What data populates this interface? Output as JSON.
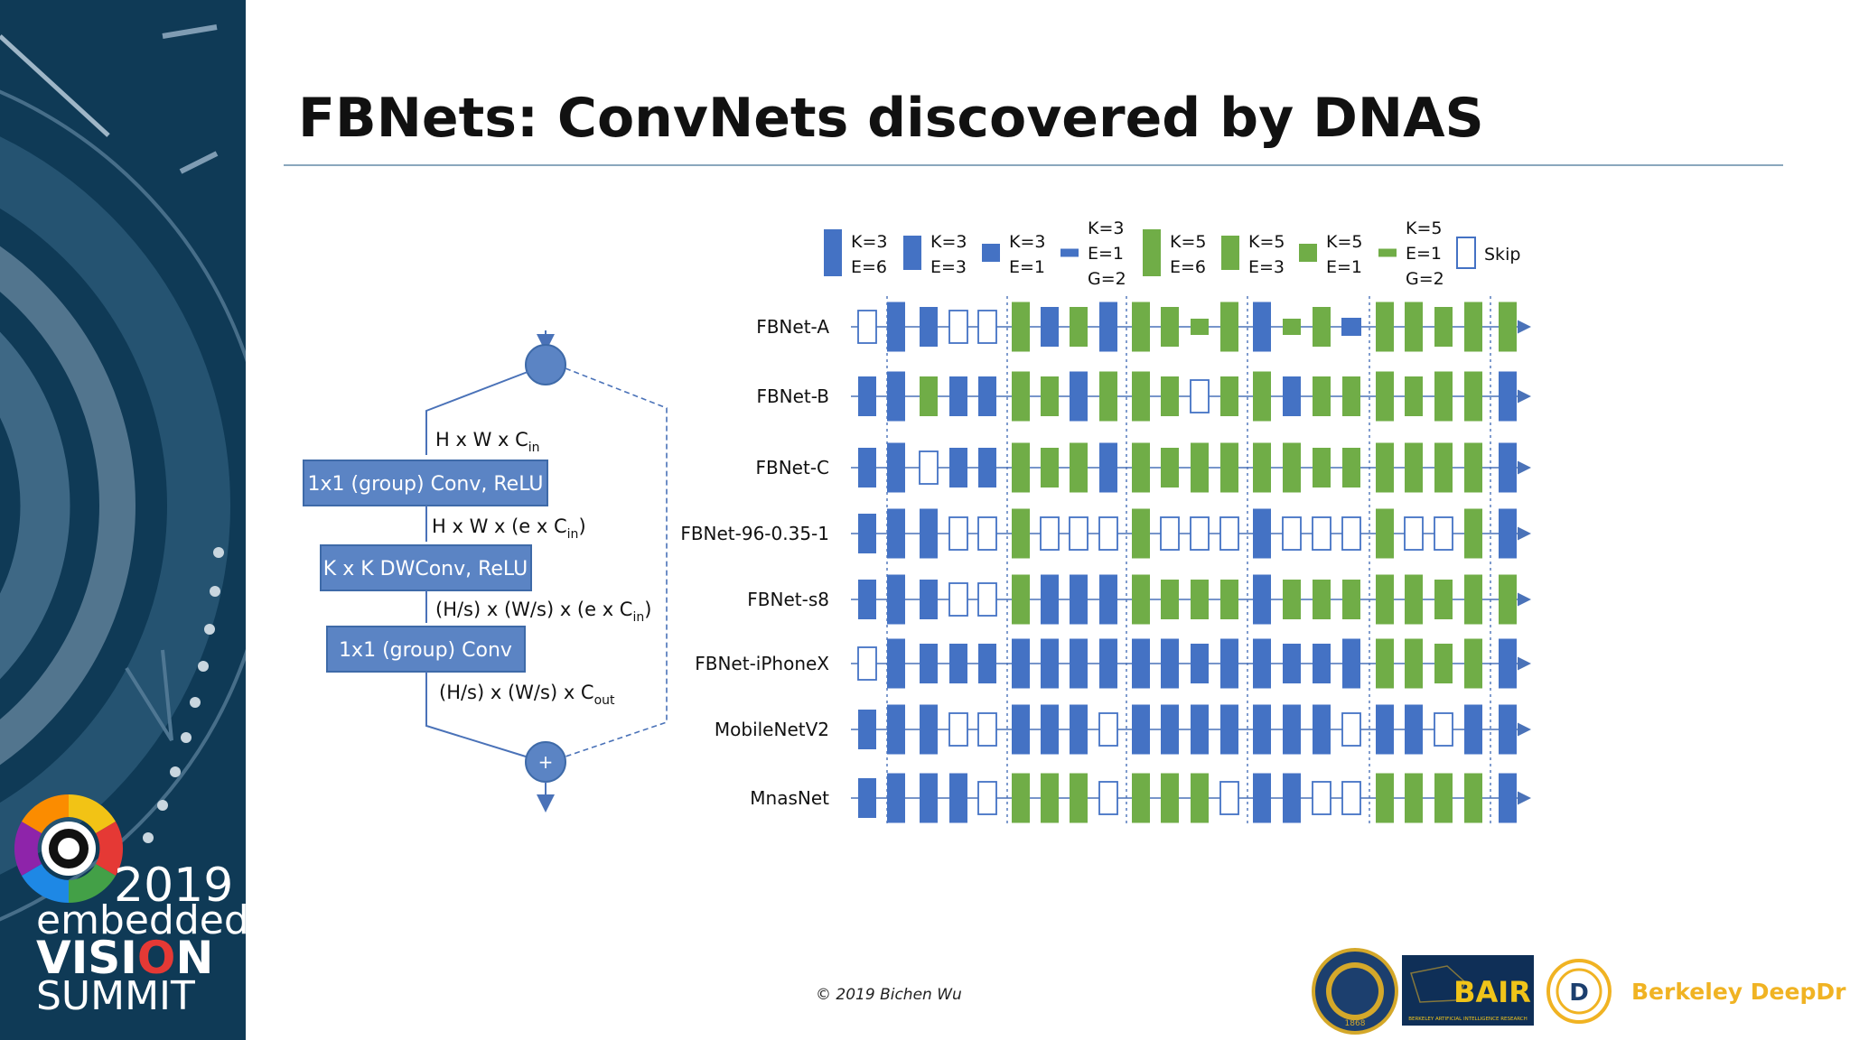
{
  "slide": {
    "title": "FBNets: ConvNets discovered by DNAS",
    "footer": "© 2019 Bichen Wu"
  },
  "summit": {
    "year": "2019",
    "line1": "embedded",
    "line2a": "VISI",
    "line2b": "N",
    "line3": "SUMMIT"
  },
  "block_diagram": {
    "dim_in": [
      "H x W x C",
      "in",
      ""
    ],
    "box1": "1x1 (group) Conv, ReLU",
    "dim_mid1": [
      "H x W x (e x C",
      "in",
      ")"
    ],
    "box2": "K x K DWConv, ReLU",
    "dim_mid2": [
      "(H/s) x (W/s) x (e x C",
      "in",
      ")"
    ],
    "box3": "1x1 (group) Conv",
    "dim_out": [
      "(H/s) x (W/s) x C",
      "out",
      ""
    ],
    "add_symbol": "+"
  },
  "colors": {
    "blue": "#4472c4",
    "green": "#70ad47",
    "box": "#5b84c4",
    "box_border": "#3e6aa8",
    "line": "#4a72b8",
    "sidebar": "#0f3a56"
  },
  "legend": [
    {
      "color": "blue",
      "size": "xl",
      "lines": [
        "K=3",
        "E=6"
      ]
    },
    {
      "color": "blue",
      "size": "l",
      "lines": [
        "K=3",
        "E=3"
      ]
    },
    {
      "color": "blue",
      "size": "m",
      "lines": [
        "K=3",
        "E=1"
      ]
    },
    {
      "color": "blue",
      "size": "s",
      "lines": [
        "K=3",
        "E=1",
        "G=2"
      ]
    },
    {
      "color": "green",
      "size": "xl",
      "lines": [
        "K=5",
        "E=6"
      ]
    },
    {
      "color": "green",
      "size": "l",
      "lines": [
        "K=5",
        "E=3"
      ]
    },
    {
      "color": "green",
      "size": "m",
      "lines": [
        "K=5",
        "E=1"
      ]
    },
    {
      "color": "green",
      "size": "s",
      "lines": [
        "K=5",
        "E=1",
        "G=2"
      ]
    },
    {
      "color": "skip",
      "size": "skip",
      "lines": [
        "Skip"
      ]
    }
  ],
  "networks": [
    {
      "name": "FBNet-A",
      "blocks": [
        "k",
        "b6",
        "b3",
        "k",
        "k",
        "g6",
        "b3",
        "g3",
        "b6",
        "g6",
        "g3",
        "g1",
        "g6",
        "b6",
        "g1",
        "g3",
        "b1",
        "g6",
        "g6",
        "g3",
        "g6",
        "g6"
      ]
    },
    {
      "name": "FBNet-B",
      "blocks": [
        "b3",
        "b6",
        "g3",
        "b3",
        "b3",
        "g6",
        "g3",
        "b6",
        "g6",
        "g6",
        "g3",
        "k",
        "g3",
        "g6",
        "b3",
        "g3",
        "g3",
        "g6",
        "g3",
        "g6",
        "g6",
        "b6"
      ]
    },
    {
      "name": "FBNet-C",
      "blocks": [
        "b3",
        "b6",
        "k",
        "b3",
        "b3",
        "g6",
        "g3",
        "g6",
        "b6",
        "g6",
        "g3",
        "g6",
        "g6",
        "g6",
        "g6",
        "g3",
        "g3",
        "g6",
        "g6",
        "g6",
        "g6",
        "b6"
      ]
    },
    {
      "name": "FBNet-96-0.35-1",
      "blocks": [
        "b3",
        "b6",
        "b6",
        "k",
        "k",
        "g6",
        "k",
        "k",
        "k",
        "g6",
        "k",
        "k",
        "k",
        "b6",
        "k",
        "k",
        "k",
        "g6",
        "k",
        "k",
        "g6",
        "b6"
      ]
    },
    {
      "name": "FBNet-s8",
      "blocks": [
        "b3",
        "b6",
        "b3",
        "k",
        "k",
        "g6",
        "b6",
        "b6",
        "b6",
        "g6",
        "g3",
        "g3",
        "g3",
        "b6",
        "g3",
        "g3",
        "g3",
        "g6",
        "g6",
        "g3",
        "g6",
        "g6"
      ]
    },
    {
      "name": "FBNet-iPhoneX",
      "blocks": [
        "k",
        "b6",
        "b3",
        "b3",
        "b3",
        "b6",
        "b6",
        "b6",
        "b6",
        "b6",
        "b6",
        "b3",
        "b6",
        "b6",
        "b3",
        "b3",
        "b6",
        "g6",
        "g6",
        "g3",
        "g6",
        "b6"
      ]
    },
    {
      "name": "MobileNetV2",
      "blocks": [
        "b3",
        "b6",
        "b6",
        "k",
        "k",
        "b6",
        "b6",
        "b6",
        "k",
        "b6",
        "b6",
        "b6",
        "b6",
        "b6",
        "b6",
        "b6",
        "k",
        "b6",
        "b6",
        "k",
        "b6",
        "b6"
      ]
    },
    {
      "name": "MnasNet",
      "blocks": [
        "b3",
        "b6",
        "b6",
        "b6",
        "k",
        "g6",
        "g6",
        "g6",
        "k",
        "g6",
        "g6",
        "g6",
        "k",
        "b6",
        "b6",
        "k",
        "k",
        "g6",
        "g6",
        "g6",
        "g6",
        "b6"
      ]
    }
  ],
  "logos": {
    "bair": "BAIR",
    "bair_sub": "BERKELEY ARTIFICIAL INTELLIGENCE RESEARCH",
    "bdd": "Berkeley DeepDrive",
    "uc_year": "1868"
  }
}
